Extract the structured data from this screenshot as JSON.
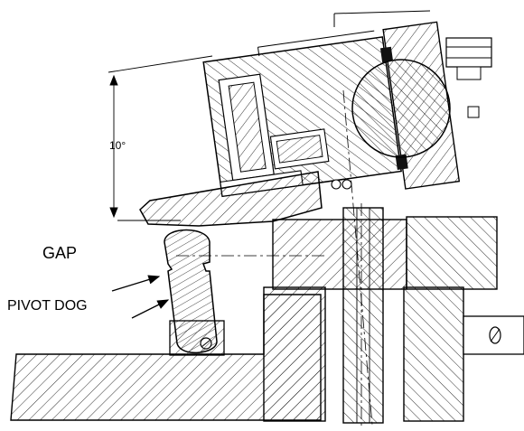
{
  "labels": {
    "angle": "10°",
    "gap": "GAP",
    "pivot_dog": "PIVOT DOG"
  },
  "colors": {
    "line": "#000000",
    "hatch": "#1a1a1a",
    "background": "#ffffff"
  }
}
